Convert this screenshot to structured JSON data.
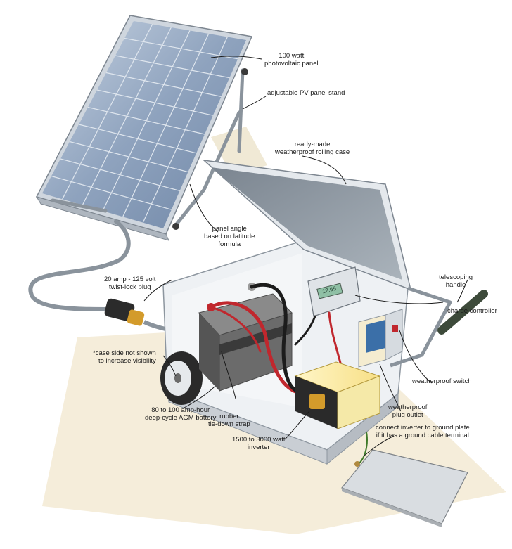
{
  "labels": {
    "pv_panel": [
      "100 watt",
      "photovoltaic panel"
    ],
    "panel_stand": "adjustable PV panel stand",
    "rolling_case": [
      "ready-made",
      "weatherproof rolling case"
    ],
    "panel_angle": [
      "panel angle",
      "based on latitude",
      "formula"
    ],
    "plug": [
      "20 amp - 125 volt",
      "twist-lock plug"
    ],
    "telescoping_handle": [
      "telescoping",
      "handle"
    ],
    "charge_controller": "charge controller",
    "case_side_note": [
      "*case side not shown",
      "to increase visibility"
    ],
    "weatherproof_switch": "weatherproof switch",
    "battery": [
      "80 to 100 amp-hour",
      "deep-cycle AGM battery"
    ],
    "strap": [
      "rubber",
      "tie-down strap"
    ],
    "plug_outlet": [
      "weatherproof",
      "plug outlet"
    ],
    "ground": [
      "connect inverter to ground plate",
      "if it has a ground cable terminal"
    ],
    "inverter": [
      "1500 to 3000 watt",
      "inverter"
    ],
    "controller_display": "12.65"
  },
  "colors": {
    "panel_cell": "#8fa3be",
    "panel_frame": "#c9d1da",
    "case_body": "#e9edf1",
    "battery": "#6b6b6b",
    "red_cable": "#c0272d",
    "black_cable": "#1c1c1c",
    "inverter_body": "#2a2a2a",
    "ground_wire": "#3f7a2a",
    "floor_shadow": "#efe4c8"
  }
}
